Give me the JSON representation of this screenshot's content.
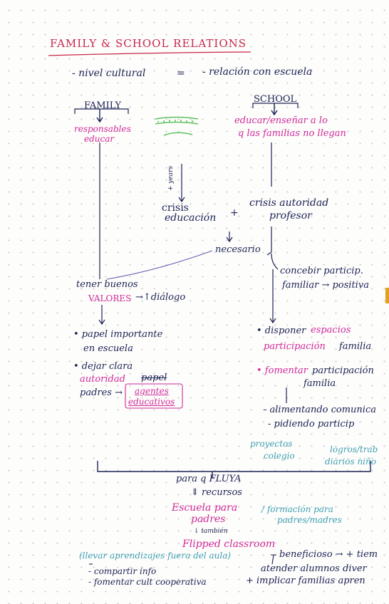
{
  "title": "FAMILY & SCHOOL RELATIONS",
  "intro": {
    "left": "- nivel cultural",
    "equals": "=",
    "right": "- relación con escuela"
  },
  "family": {
    "heading": "FAMILY",
    "line1": "responsables",
    "line2": "educar"
  },
  "school": {
    "heading": "SCHOOL",
    "line1": "educar/enseñar a lo",
    "line2": "q las familias no llegan"
  },
  "years_label": "+ years",
  "crisis_left": {
    "line1": "crisis",
    "line2": "educación"
  },
  "plus": "+",
  "crisis_right": {
    "line1": "crisis autoridad",
    "line2": "profesor"
  },
  "necesario": "necesario",
  "left_branch": {
    "valores_line1": "tener buenos",
    "valores_word": "VALORES",
    "valores_rest": "→↑diálogo",
    "papel_line1": "• papel importante",
    "papel_line2": "en escuela",
    "dejar_line1": "• dejar clara",
    "dejar_autoridad": "autoridad",
    "dejar_papel": "papel",
    "padres": "padres →",
    "agentes_line1": "agentes",
    "agentes_line2": "educativos"
  },
  "right_branch": {
    "concebir_line1": "concebir particip.",
    "concebir_line2": "familiar → positiva",
    "disponer": "• disponer",
    "espacios": "espacios",
    "participacion": "participación",
    "familia": "familia",
    "fomentar": "• fomentar",
    "participacion2": "participación",
    "familia2": "familia",
    "alimentando": "- alimentando comunica",
    "pidiendo": "- pidiendo particip"
  },
  "proyectos": {
    "line1": "proyectos",
    "line2": "colegio"
  },
  "logros": {
    "line1": "logros/trab",
    "line2": "diarios niño"
  },
  "fluya": "para q FLUYA",
  "recursos": "⇓ recursos",
  "escuela_padres": {
    "line1": "Escuela para",
    "line2": "padres"
  },
  "formacion": {
    "line1": "/ formación para",
    "line2": "padres/madres"
  },
  "tambien": "↓ también",
  "flipped": "Flipped classroom",
  "llevar": "(llevar aprendizajes fuera del aula)",
  "beneficioso": "beneficioso → + tiem",
  "atender": "atender alumnos diver",
  "compartir": "- compartir info",
  "fomentar_cult": "- fomentar cult cooperativa",
  "implicar": "+ implicar familias apren",
  "colors": {
    "navy": "#1c2255",
    "pink": "#d0289a",
    "teal": "#3f9fb3",
    "red": "#c8264a",
    "green": "#5ec25e"
  }
}
